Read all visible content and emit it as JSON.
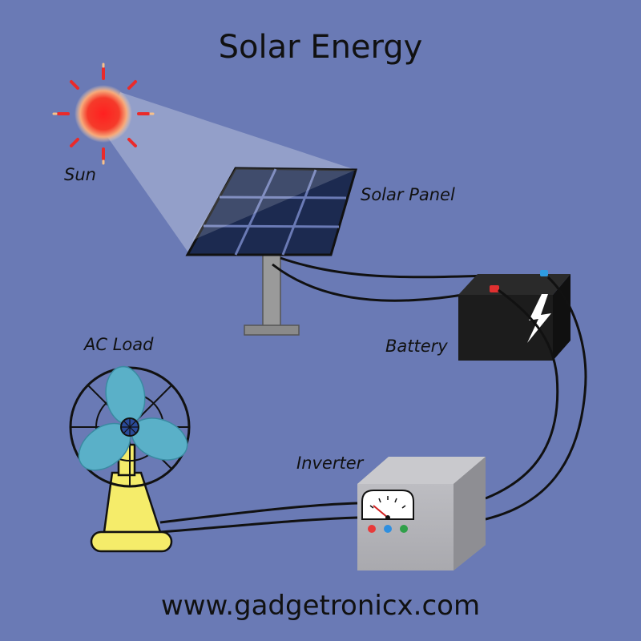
{
  "title": "Solar Energy",
  "labels": {
    "sun": "Sun",
    "solar_panel": "Solar Panel",
    "battery": "Battery",
    "ac_load": "AC Load",
    "inverter": "Inverter"
  },
  "footer": "www.gadgetronicx.com",
  "icons": [
    "sun-icon",
    "solar-panel-icon",
    "battery-icon",
    "lightning-icon",
    "fan-icon",
    "inverter-icon",
    "meter-icon"
  ],
  "colors": {
    "background": "#6a7ab5",
    "sun": "#ee2a2a",
    "panel": "#1c2a50",
    "battery": "#1a1a1a",
    "fan_blades": "#5ab0c8",
    "fan_base": "#f5ec6a",
    "inverter": "#b3b3b7",
    "led_red": "#e83a3a",
    "led_blue": "#2f8fe0",
    "led_green": "#30a04a"
  }
}
